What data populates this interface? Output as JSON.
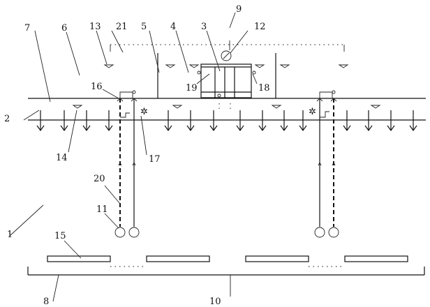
{
  "diagram": {
    "labels": {
      "l1": "1",
      "l2": "2",
      "l3": "3",
      "l4": "4",
      "l5": "5",
      "l6": "6",
      "l7": "7",
      "l8": "8",
      "l9": "9",
      "l10": "10",
      "l11": "11",
      "l12": "12",
      "l13": "13",
      "l14": "14",
      "l15": "15",
      "l16": "16",
      "l17": "17",
      "l18": "18",
      "l19": "19",
      "l20": "20",
      "l21": "21"
    }
  }
}
